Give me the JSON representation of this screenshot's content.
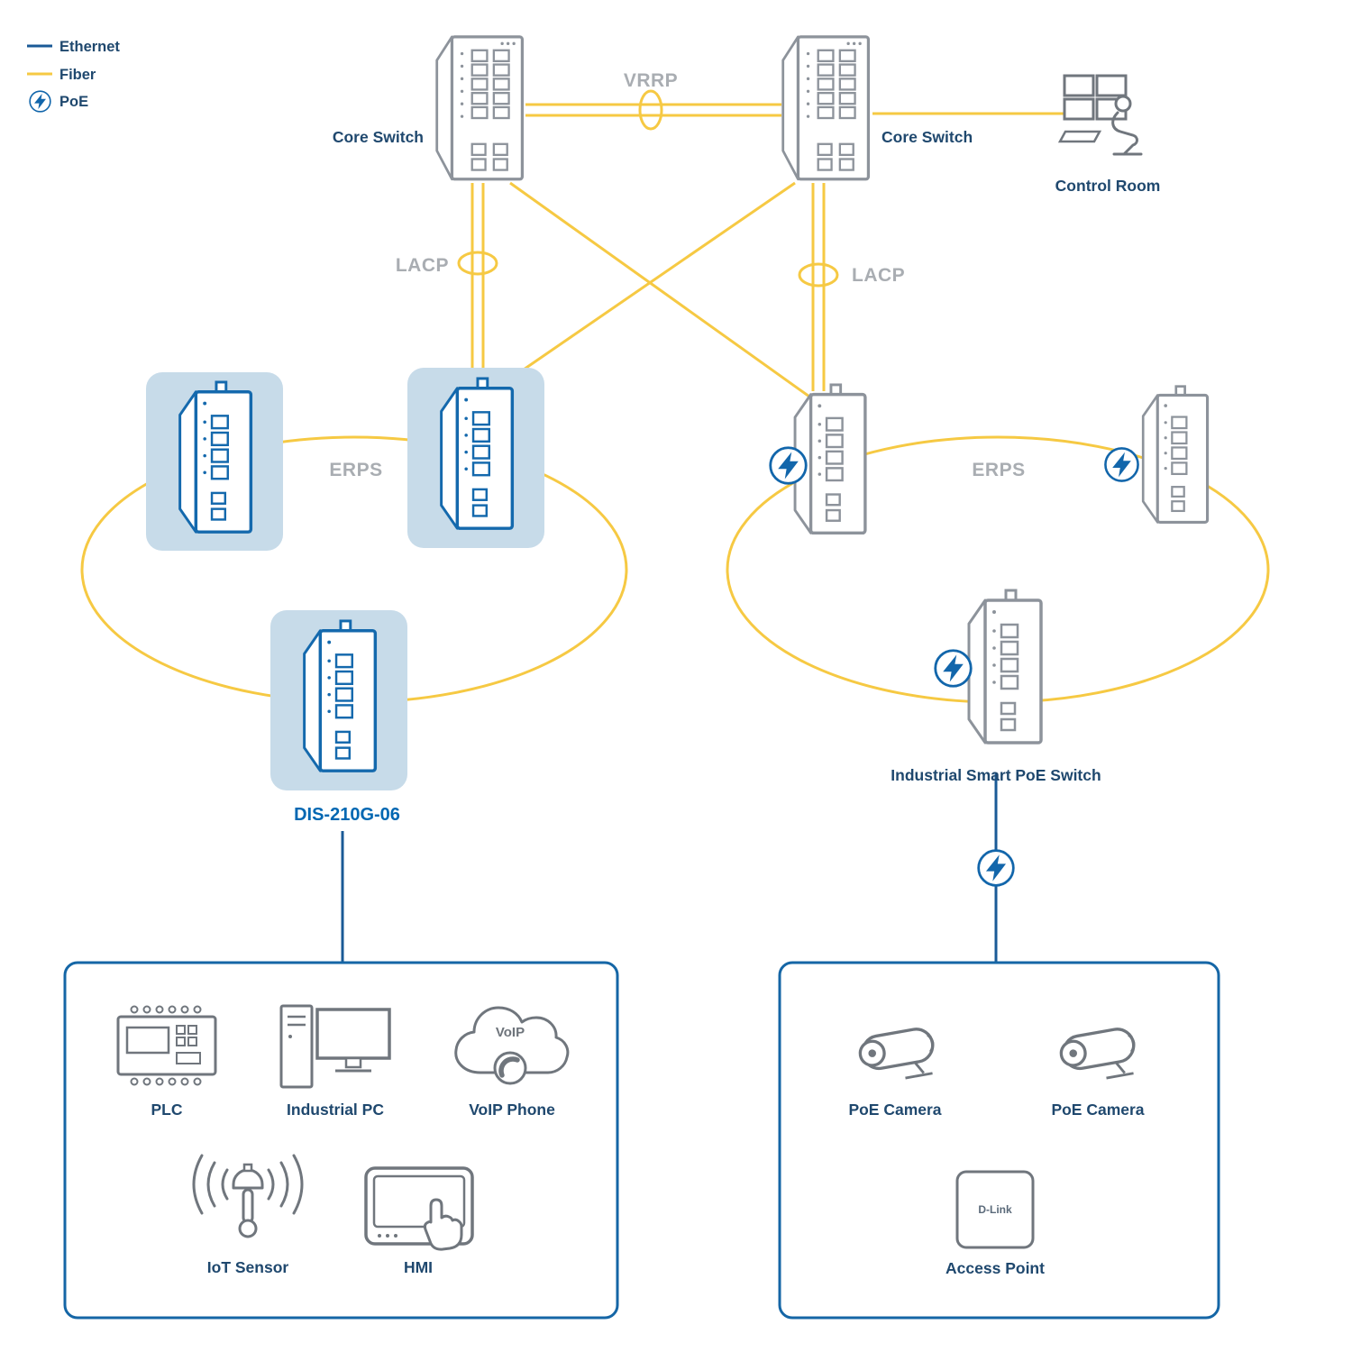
{
  "legend": {
    "items": [
      {
        "label": "Ethernet",
        "type": "ethernet-line",
        "color": "#1a5a96"
      },
      {
        "label": "Fiber",
        "type": "fiber-line",
        "color": "#f6c943"
      },
      {
        "label": "PoE",
        "type": "poe-icon",
        "color": "#1266ab"
      }
    ]
  },
  "topology": {
    "core_switch_left": {
      "label": "Core Switch"
    },
    "core_switch_right": {
      "label": "Core Switch"
    },
    "control_room": {
      "label": "Control Room"
    },
    "vrrp": {
      "label": "VRRP"
    },
    "lacp_left": {
      "label": "LACP"
    },
    "lacp_right": {
      "label": "LACP"
    },
    "ring_left": {
      "label": "ERPS",
      "product": "DIS-210G-06"
    },
    "ring_right": {
      "label": "ERPS",
      "product": "Industrial Smart PoE Switch"
    }
  },
  "edge_devices_left": {
    "items": [
      {
        "label": "PLC"
      },
      {
        "label": "Industrial PC"
      },
      {
        "label": "VoIP Phone"
      },
      {
        "label": "IoT Sensor"
      },
      {
        "label": "HMI"
      }
    ]
  },
  "edge_devices_right": {
    "items": [
      {
        "label": "PoE Camera"
      },
      {
        "label": "PoE Camera"
      },
      {
        "label": "Access Point"
      }
    ]
  },
  "icon_text": {
    "voip_cloud": "VoIP",
    "access_point_brand": "D-Link"
  },
  "colors": {
    "ethernet": "#1a5a96",
    "fiber": "#f6c943",
    "poe_blue": "#1266ab",
    "label_navy": "#1f486e",
    "protocol_gray": "#a9adb2",
    "highlight_blue": "#c7dbe9",
    "box_border_blue": "#1566a6",
    "product_blue": "#0067b2",
    "switch_gray": "#8d939b",
    "switch_blue": "#1469ad",
    "device_gray": "#70767d"
  }
}
